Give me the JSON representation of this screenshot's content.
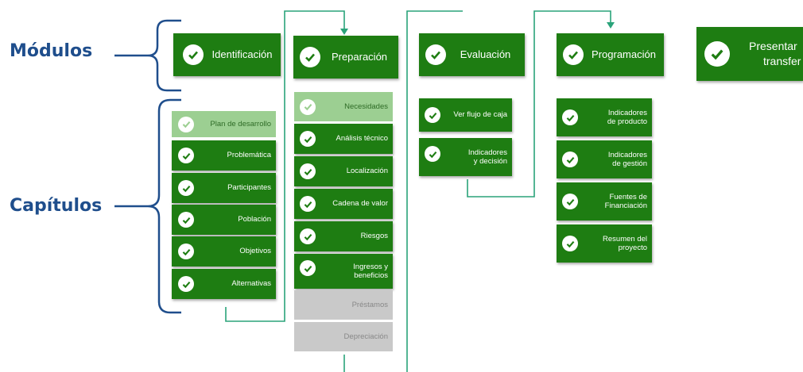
{
  "labels": {
    "modules": "Módulos",
    "chapters": "Capítulos"
  },
  "modules": [
    {
      "title": "Identificación"
    },
    {
      "title": "Preparación"
    },
    {
      "title": "Evaluación"
    },
    {
      "title": "Programación"
    },
    {
      "title": "Presentar",
      "title_line2": "transfer"
    }
  ],
  "chapters": {
    "identificacion": [
      "Plan de desarrollo",
      "Problemática",
      "Participantes",
      "Población",
      "Objetivos",
      "Alternativas"
    ],
    "preparacion": [
      "Necesidades",
      "Análisis técnico",
      "Localización",
      "Cadena de valor",
      "Riesgos",
      "Ingresos y beneficios",
      "Préstamos",
      "Depreciación"
    ],
    "evaluacion": [
      "Ver flujo de caja",
      "Indicadores y decisión"
    ],
    "programacion": [
      "Indicadores de producto",
      "Indicadores de gestión",
      "Fuentes de Financiación",
      "Resumen del proyecto"
    ]
  },
  "colors": {
    "green": "#1e7d12",
    "light_green": "#9ccf92",
    "gray": "#c9c9c9",
    "connector": "#2aa37a",
    "label_blue": "#1f4e8c"
  }
}
